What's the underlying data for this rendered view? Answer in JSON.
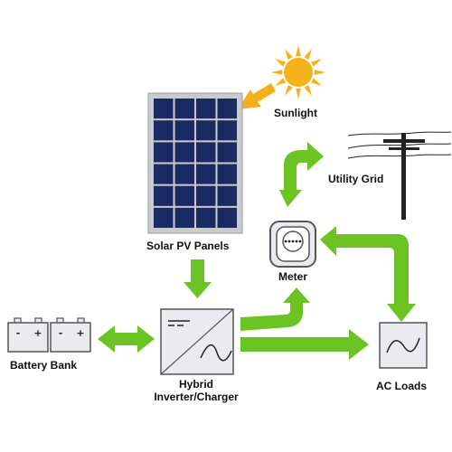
{
  "colors": {
    "arrow": "#6cc324",
    "sun": "#f5b31b",
    "sun_arrow": "#f2b01a",
    "panel_cell": "#1c2a63",
    "panel_frame": "#c9cbd0",
    "device_fill": "#e9ebee",
    "device_stroke": "#555555",
    "line": "#222222"
  },
  "labels": {
    "sunlight": "Sunlight",
    "solar_pv_panels": "Solar PV Panels",
    "utility_grid": "Utility Grid",
    "meter": "Meter",
    "battery_bank": "Battery Bank",
    "inverter_line1": "Hybrid",
    "inverter_line2": "Inverter/Charger",
    "ac_loads": "AC Loads"
  },
  "battery_terminals": [
    "-",
    "+"
  ]
}
